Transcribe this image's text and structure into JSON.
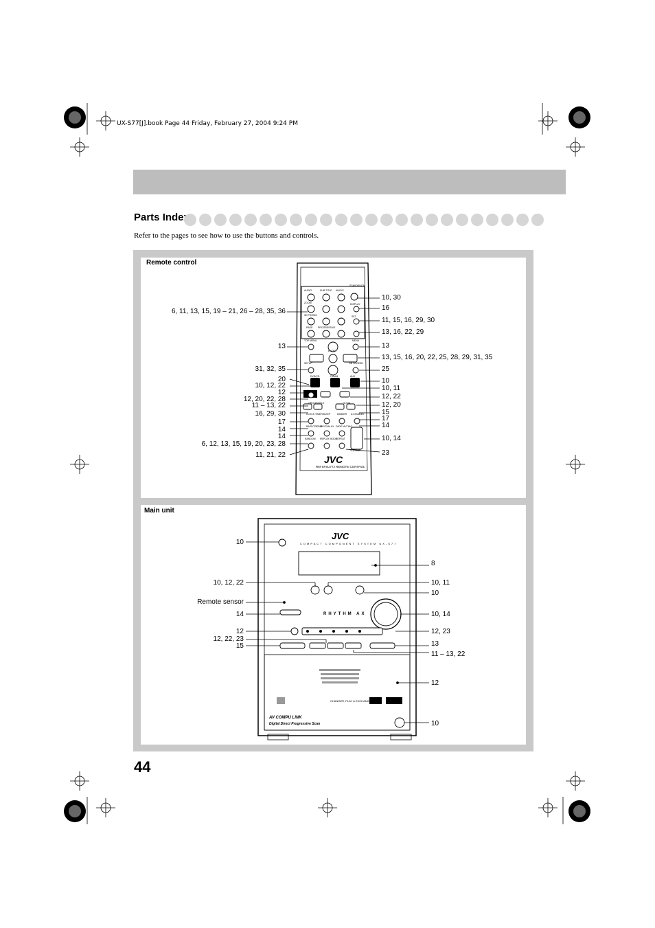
{
  "book_line": "UX-S77[J].book  Page 44  Friday, February 27, 2004  9:24 PM",
  "section_title": "Parts Index",
  "intro": "Refer to the pages to see how to use the buttons and controls.",
  "page_number": "44",
  "remote": {
    "title": "Remote control",
    "model": "RM-SFSU77J REMOTE CONTROL",
    "brand": "JVC",
    "standby_label": "STANDBY/ON",
    "key_labels": [
      "AUDIO",
      "SUB TITLE",
      "ANGLE",
      "ZOOM",
      "DISPLAY",
      "3D PHONIC",
      "SET",
      "PAGE",
      "PROGRESSIVE",
      "TOP MENU",
      "MENU",
      "ENTER",
      "SETUP",
      "ON SCREEN",
      "DVD/CD",
      "FM/AM",
      "AUX",
      "GROUP/TITLE",
      "SLOW",
      "CLOCK TIMER",
      "SLEEP",
      "DIMMER",
      "A.STANDBY",
      "BASS/TREBLE",
      "RHYTHM AX",
      "FADE MUTING",
      "VOLUME",
      "RANDOM",
      "REPLAY MODE",
      "REPEAT"
    ],
    "left_labels": [
      "6, 11, 13, 15, 19 – 21, 26 – 28, 35, 36",
      "13",
      "31, 32, 35",
      "20",
      "10, 12, 22",
      "12",
      "12, 20, 22, 28",
      "11 – 13, 22",
      "16, 29, 30",
      "17",
      "14",
      "14",
      "6, 12, 13, 15, 19, 20, 23, 28",
      "11, 21, 22"
    ],
    "right_labels": [
      "10, 30",
      "16",
      "11, 15, 16, 29, 30",
      "13, 16, 22, 29",
      "13",
      "13, 15, 16, 20, 22, 25, 28, 29, 31, 35",
      "25",
      "10",
      "10, 11",
      "12, 22",
      "12, 20",
      "15",
      "17",
      "14",
      "10, 14",
      "23"
    ]
  },
  "main_unit": {
    "title": "Main unit",
    "brand": "JVC",
    "system_text": "COMPACT COMPONENT SYSTEM  UX-S77",
    "rhythm_text": "RHYTHM AX",
    "compulink": "AV COMPU LINK",
    "scan_text": "Digital Direct Progressive Scan",
    "changer_text": "CHANGER, PLAY & EXCHANGE",
    "left_labels": [
      "10",
      "10, 12, 22",
      "Remote sensor",
      "14",
      "12",
      "12, 22, 23",
      "15"
    ],
    "right_labels": [
      "8",
      "10, 11",
      "10",
      "10, 14",
      "12, 23",
      "13",
      "11 – 13, 22",
      "12",
      "10"
    ]
  }
}
